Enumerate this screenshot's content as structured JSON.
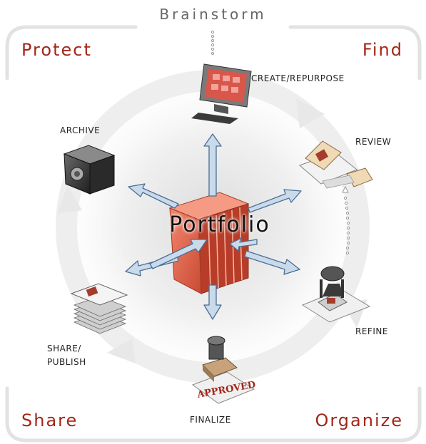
{
  "top": {
    "title": "Brainstorm"
  },
  "corners": {
    "top_left": "Protect",
    "top_right": "Find",
    "bottom_left": "Share",
    "bottom_right": "Organize"
  },
  "center": {
    "label": "Portfolio"
  },
  "stages": {
    "create": "CREATE/REPURPOSE",
    "review": "REVIEW",
    "refine": "REFINE",
    "finalize": "FINALIZE",
    "share_line1": "SHARE/",
    "share_line2": "PUBLISH",
    "archive": "ARCHIVE"
  },
  "stamp": {
    "text": "APPROVED"
  },
  "colors": {
    "accent": "#a32618",
    "cube": "#e8664e",
    "arrow_fill": "#c9daea",
    "arrow_stroke": "#4a6f96",
    "frame": "#e2e2e2"
  }
}
